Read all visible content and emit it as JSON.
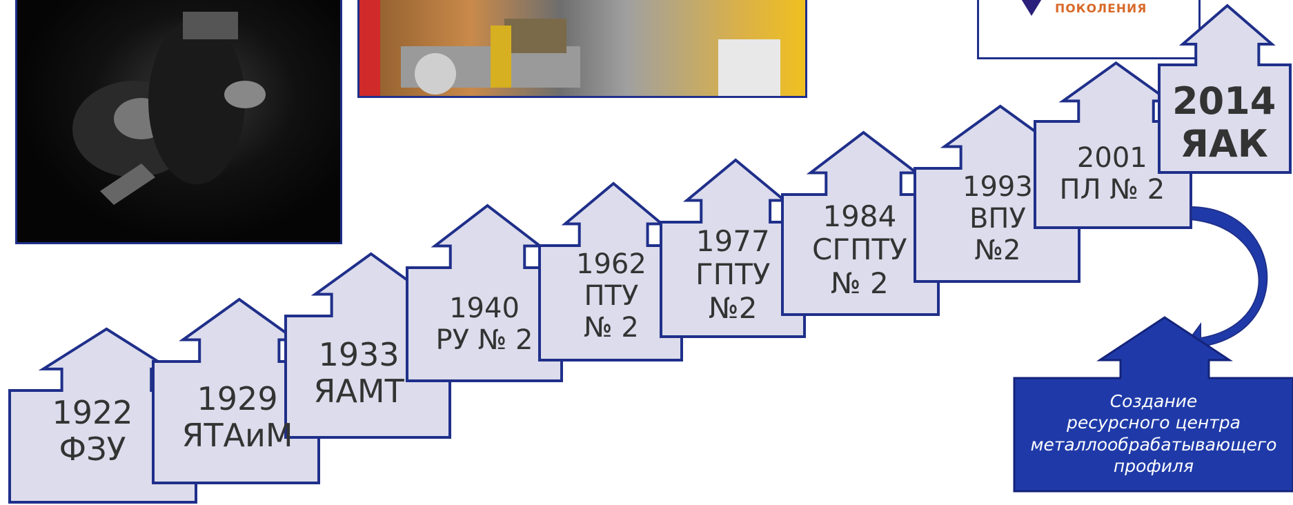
{
  "steps": [
    {
      "year": "1922",
      "name": "ФЗУ"
    },
    {
      "year": "1929",
      "name": "ЯТАиМ"
    },
    {
      "year": "1933",
      "name": "ЯАМТ"
    },
    {
      "year": "1940",
      "name": "РУ № 2"
    },
    {
      "year": "1962",
      "name": "ПТУ",
      "name2": "№ 2"
    },
    {
      "year": "1977",
      "name": "ГПТУ",
      "name2": "№2"
    },
    {
      "year": "1984",
      "name": "СГПТУ",
      "name2": "№ 2"
    },
    {
      "year": "1993",
      "name": "ВПУ",
      "name2": "№2"
    },
    {
      "year": "2001",
      "name": "ПЛ № 2"
    },
    {
      "year": "2014",
      "name": "ЯАК"
    }
  ],
  "callout": {
    "line1": "Создание",
    "line2": "ресурсного центра",
    "line3": "металлообрабатывающего",
    "line4": "профиля"
  },
  "logo": {
    "text": "ПОКОЛЕНИЯ"
  },
  "colors": {
    "box_fill": "#dcdcec",
    "box_stroke": "#1f2f8a",
    "callout_fill": "#1f3aa8",
    "text": "#333333"
  }
}
